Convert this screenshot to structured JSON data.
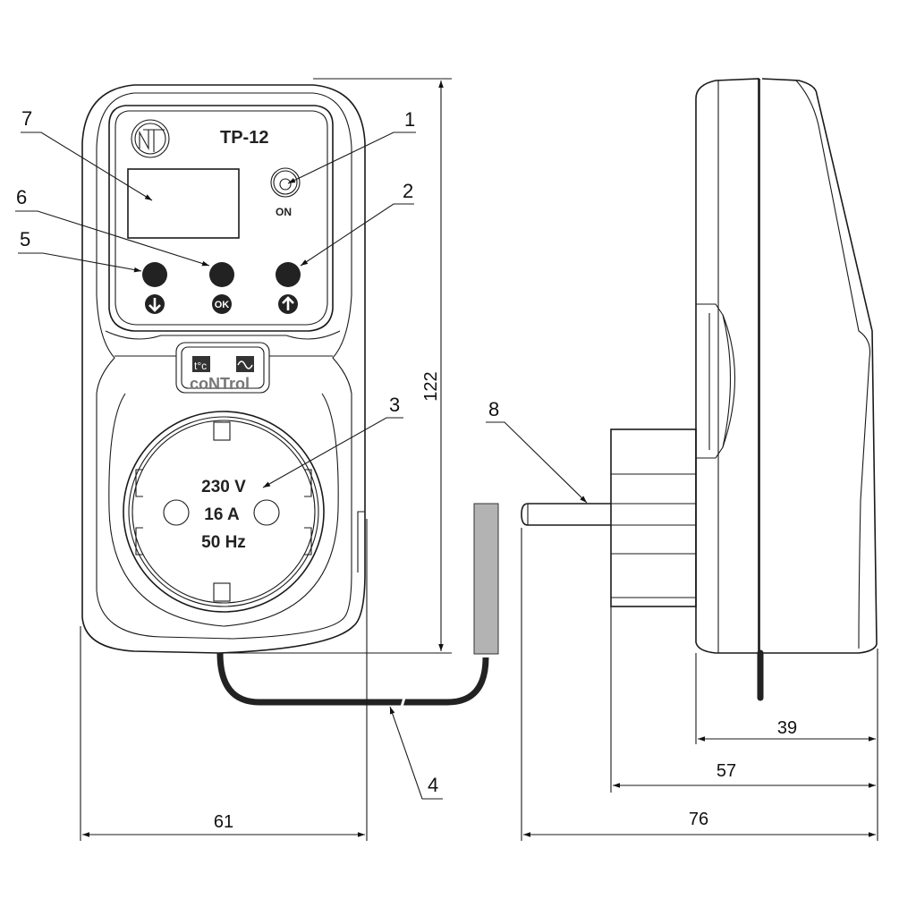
{
  "diagram": {
    "title": "TP-12 thermostat dimensional drawing",
    "front_view": {
      "model_label": "TP-12",
      "logo": "NT-logo",
      "power_led_label": "ON",
      "buttons": [
        {
          "icon": "arrow-down-icon",
          "label": "↓"
        },
        {
          "icon": "ok-icon",
          "label": "OK"
        },
        {
          "icon": "arrow-up-icon",
          "label": "↑"
        }
      ],
      "brand_badge": {
        "tc": "t°c",
        "line1": "coNTrol"
      },
      "socket_ratings": [
        "230 V",
        "16 A",
        "50 Hz"
      ]
    },
    "callouts": [
      {
        "number": "1",
        "target": "ON indicator LED"
      },
      {
        "number": "2",
        "target": "Up button"
      },
      {
        "number": "3",
        "target": "Output socket"
      },
      {
        "number": "4",
        "target": "Sensor cable"
      },
      {
        "number": "5",
        "target": "Down button"
      },
      {
        "number": "6",
        "target": "OK button"
      },
      {
        "number": "7",
        "target": "Display"
      },
      {
        "number": "8",
        "target": "Plug pin"
      }
    ],
    "dimensions": {
      "height": "122",
      "front_width": "61",
      "body_depth": "39",
      "depth_with_plug_base": "57",
      "total_depth": "76"
    },
    "colors": {
      "line": "#1a1a1a",
      "button_fill": "#222222",
      "sensor_probe": "#b3b3b3",
      "cable": "#222222"
    }
  }
}
